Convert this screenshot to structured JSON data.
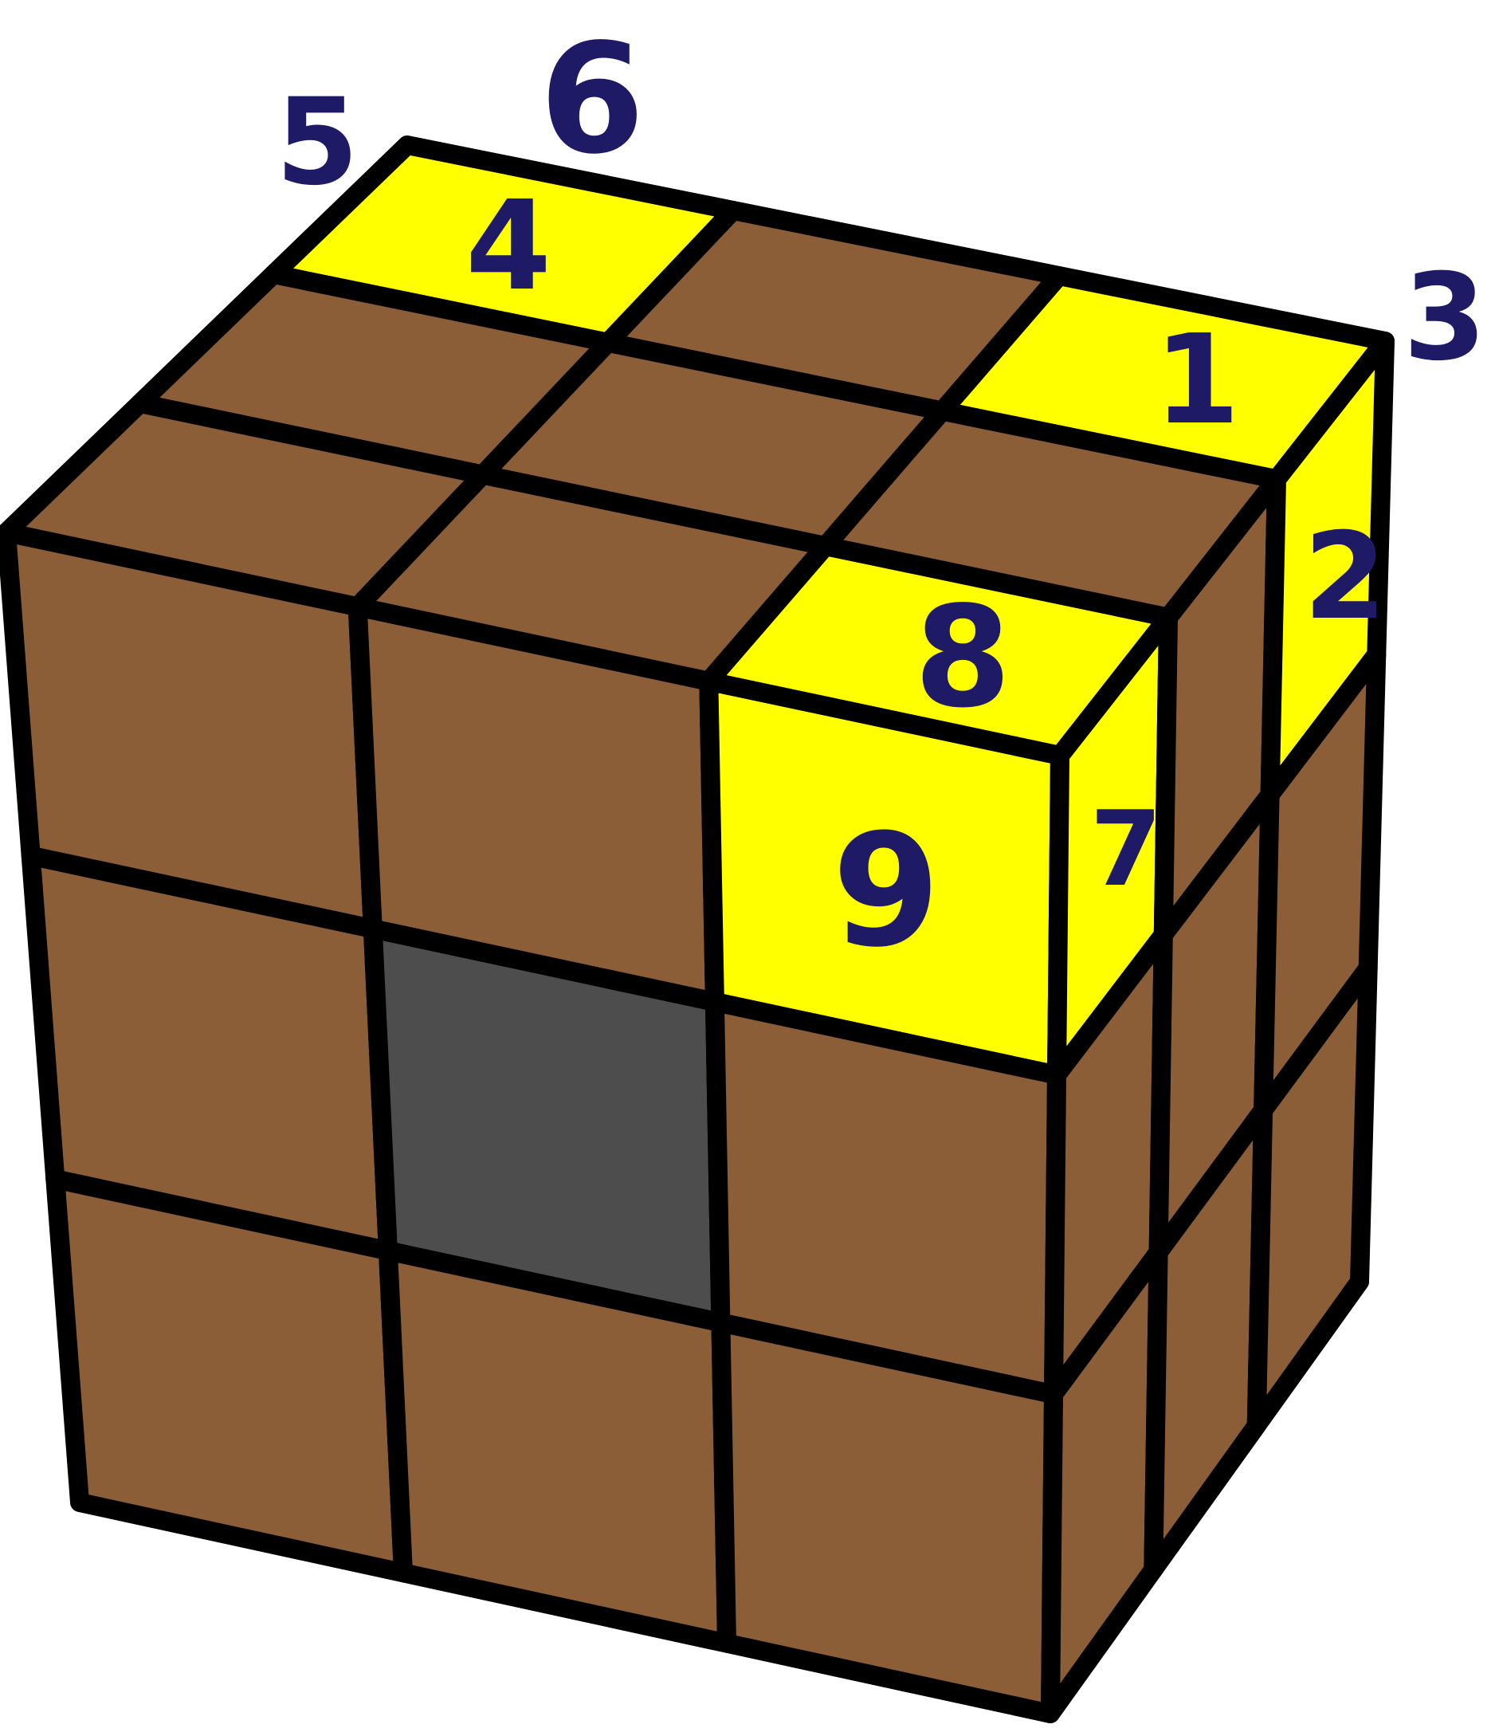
{
  "colors": {
    "background": "#ffffff",
    "body": "#8b5e38",
    "sticker": "#ffff00",
    "center": "#4d4d4d",
    "line": "#000000",
    "label": "#1f1a66"
  },
  "labels": {
    "l1": "1",
    "l2": "2",
    "l3": "3",
    "l4": "4",
    "l5": "5",
    "l6": "6",
    "l7": "7",
    "l8": "8",
    "l9": "9"
  }
}
